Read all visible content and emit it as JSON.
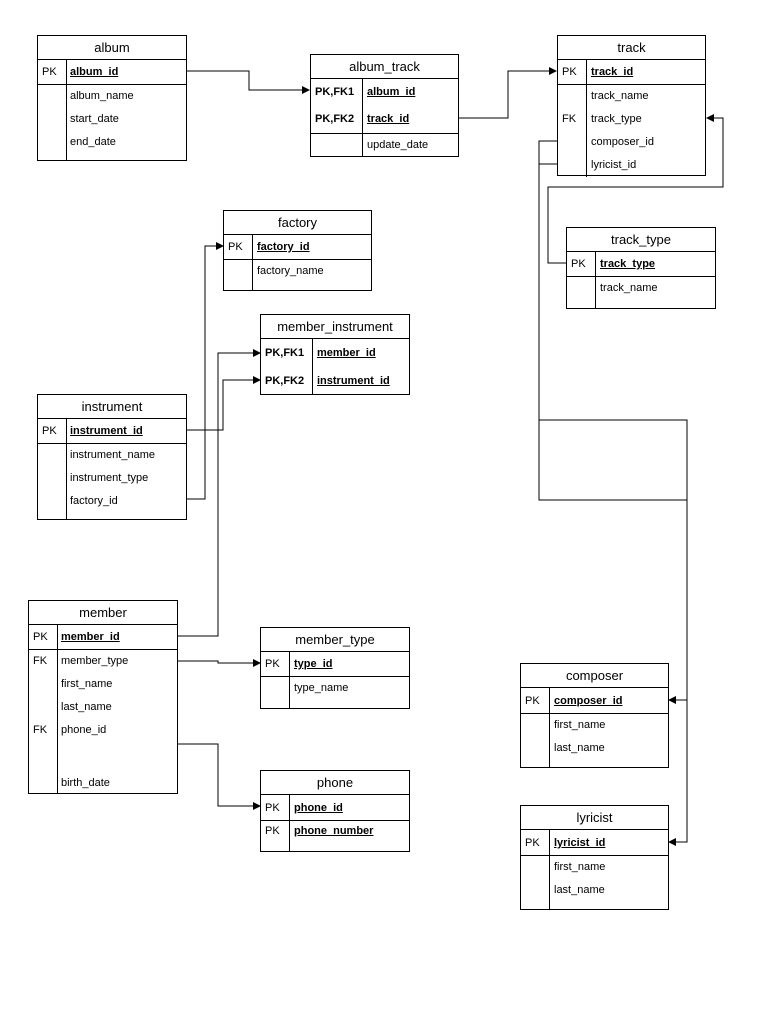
{
  "entities": {
    "album": {
      "title": "album",
      "pk_key": "PK",
      "pk_name": "album_id",
      "fields": [
        {
          "key": "",
          "name": "album_name"
        },
        {
          "key": "",
          "name": "start_date"
        },
        {
          "key": "",
          "name": "end_date"
        }
      ]
    },
    "album_track": {
      "title": "album_track",
      "keys": [
        {
          "key": "PK,FK1",
          "name": "album_id"
        },
        {
          "key": "PK,FK2",
          "name": "track_id"
        }
      ],
      "fields": [
        {
          "key": "",
          "name": "update_date"
        }
      ]
    },
    "track": {
      "title": "track",
      "pk_key": "PK",
      "pk_name": "track_id",
      "fields": [
        {
          "key": "",
          "name": "track_name"
        },
        {
          "key": "FK",
          "name": "track_type"
        },
        {
          "key": "",
          "name": "composer_id"
        },
        {
          "key": "",
          "name": "lyricist_id"
        }
      ]
    },
    "factory": {
      "title": "factory",
      "pk_key": "PK",
      "pk_name": "factory_id",
      "fields": [
        {
          "key": "",
          "name": "factory_name"
        }
      ]
    },
    "track_type": {
      "title": "track_type",
      "pk_key": "PK",
      "pk_name": "track_type",
      "fields": [
        {
          "key": "",
          "name": "track_name"
        }
      ]
    },
    "member_instrument": {
      "title": "member_instrument",
      "keys": [
        {
          "key": "PK,FK1",
          "name": "member_id"
        },
        {
          "key": "PK,FK2",
          "name": "instrument_id"
        }
      ]
    },
    "instrument": {
      "title": "instrument",
      "pk_key": "PK",
      "pk_name": "instrument_id",
      "fields": [
        {
          "key": "",
          "name": "instrument_name"
        },
        {
          "key": "",
          "name": "instrument_type"
        },
        {
          "key": "",
          "name": "factory_id"
        }
      ]
    },
    "member": {
      "title": "member",
      "pk_key": "PK",
      "pk_name": "member_id",
      "fields": [
        {
          "key": "FK",
          "name": "member_type"
        },
        {
          "key": "",
          "name": "first_name"
        },
        {
          "key": "",
          "name": "last_name"
        },
        {
          "key": "FK",
          "name": "phone_id"
        },
        {
          "key": "",
          "name": ""
        },
        {
          "key": "",
          "name": "birth_date"
        }
      ]
    },
    "member_type": {
      "title": "member_type",
      "pk_key": "PK",
      "pk_name": "type_id",
      "fields": [
        {
          "key": "",
          "name": "type_name"
        }
      ]
    },
    "phone": {
      "title": "phone",
      "pk_rows": [
        {
          "key": "PK",
          "name": "phone_id"
        },
        {
          "key": "PK",
          "name": "phone_number"
        }
      ]
    },
    "composer": {
      "title": "composer",
      "pk_key": "PK",
      "pk_name": "composer_id",
      "fields": [
        {
          "key": "",
          "name": "first_name"
        },
        {
          "key": "",
          "name": "last_name"
        }
      ]
    },
    "lyricist": {
      "title": "lyricist",
      "pk_key": "PK",
      "pk_name": "lyricist_id",
      "fields": [
        {
          "key": "",
          "name": "first_name"
        },
        {
          "key": "",
          "name": "last_name"
        }
      ]
    }
  }
}
